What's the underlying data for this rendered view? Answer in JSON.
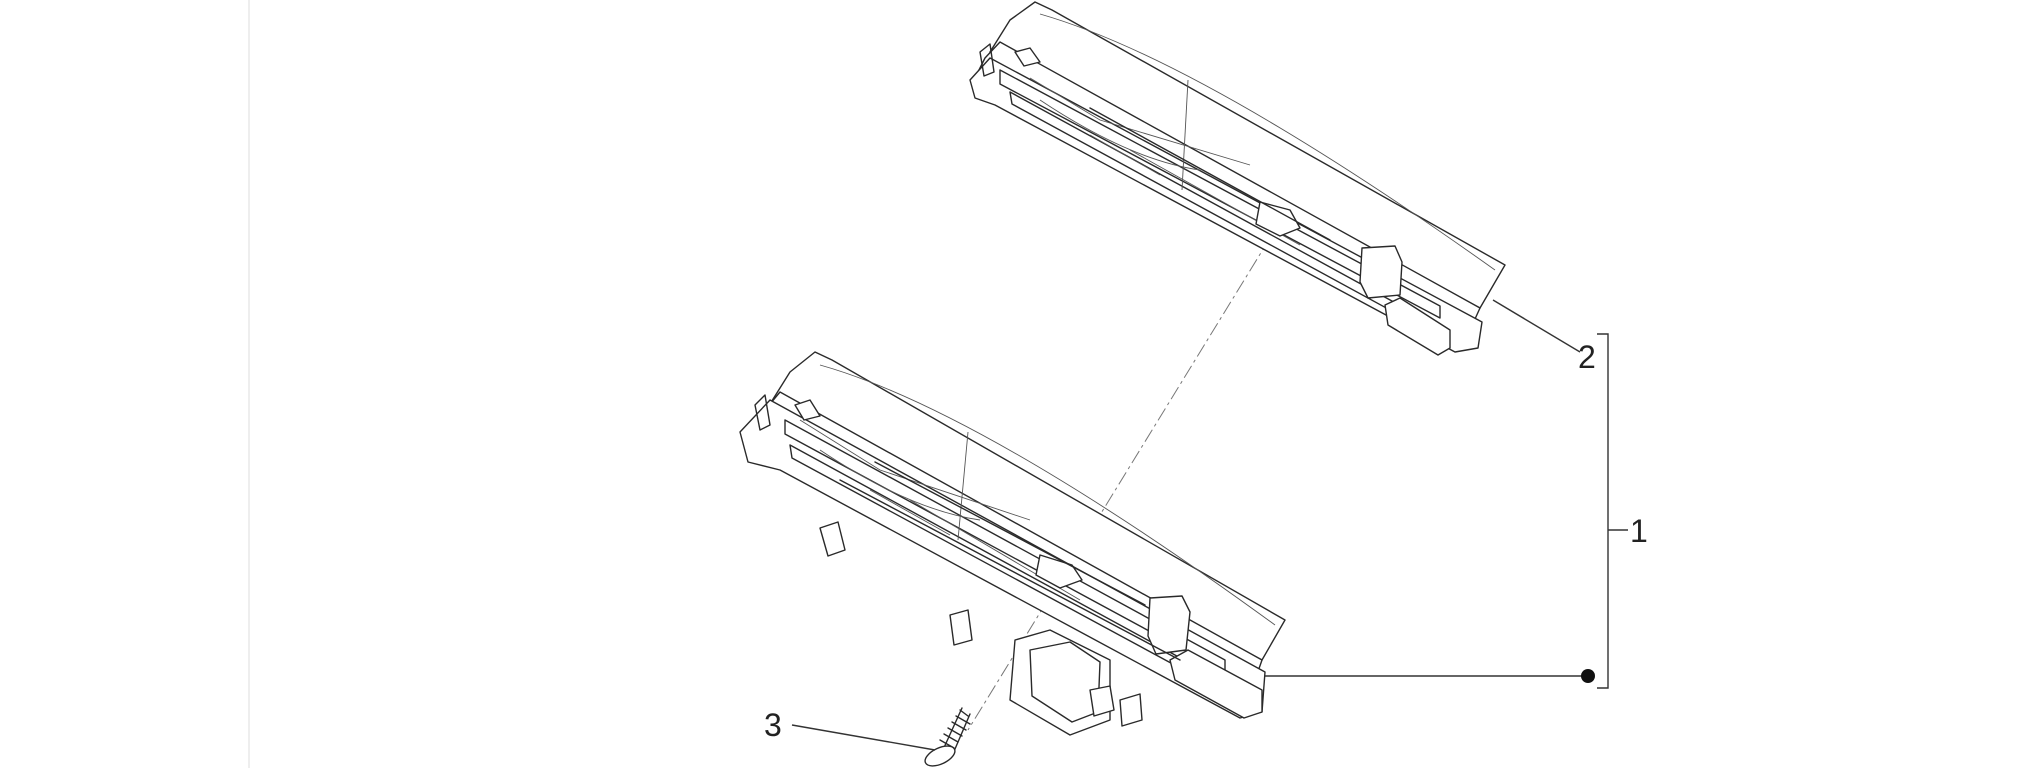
{
  "diagram": {
    "callouts": [
      {
        "id": "cover",
        "label": "2"
      },
      {
        "id": "assembly",
        "label": "1"
      },
      {
        "id": "screw",
        "label": "3"
      }
    ],
    "colors": {
      "line": "#2a2a2a",
      "background": "#ffffff"
    }
  }
}
